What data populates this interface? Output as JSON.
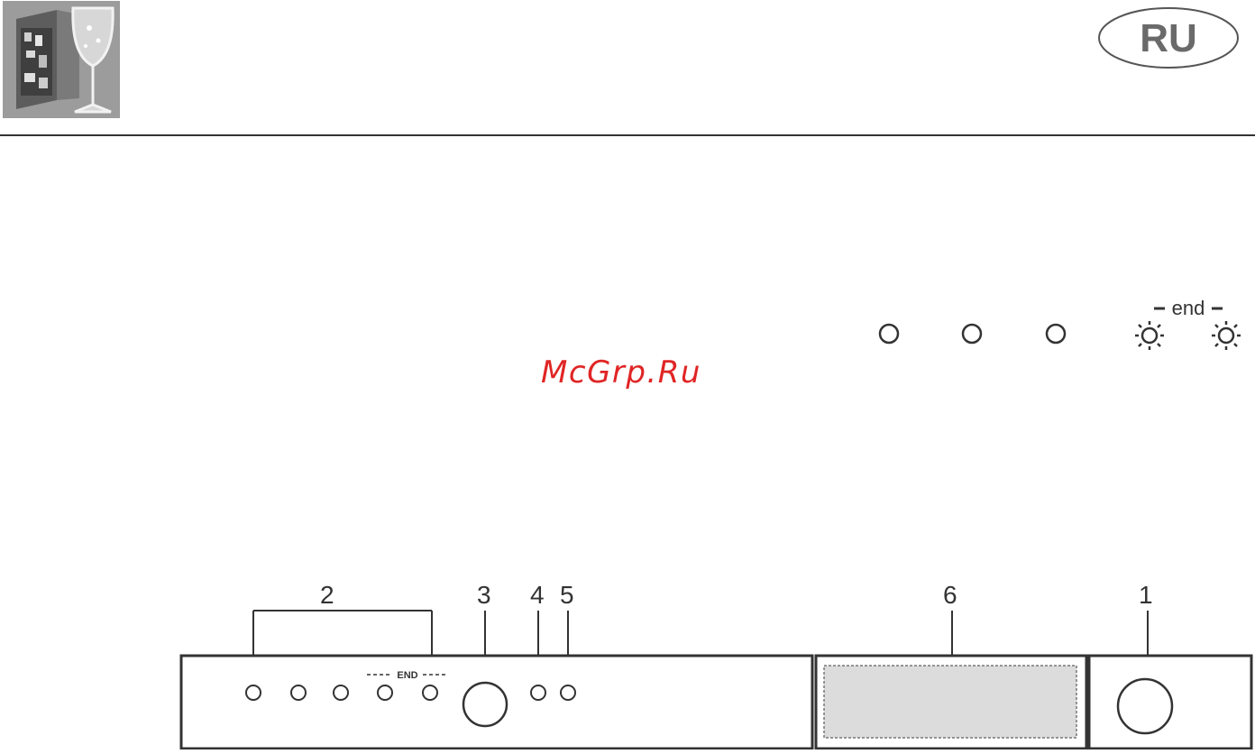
{
  "header": {
    "language_code": "RU"
  },
  "watermark": {
    "text": "McGrp.Ru"
  },
  "legend": {
    "end_label": "end",
    "indicators": [
      "circle-icon",
      "circle-icon",
      "circle-icon",
      "sun-icon",
      "sun-icon"
    ]
  },
  "panel": {
    "callouts": {
      "program_group": "2",
      "start_button": "3",
      "indicator_4": "4",
      "indicator_5": "5",
      "display": "6",
      "power_button": "1"
    },
    "end_label": "END"
  }
}
